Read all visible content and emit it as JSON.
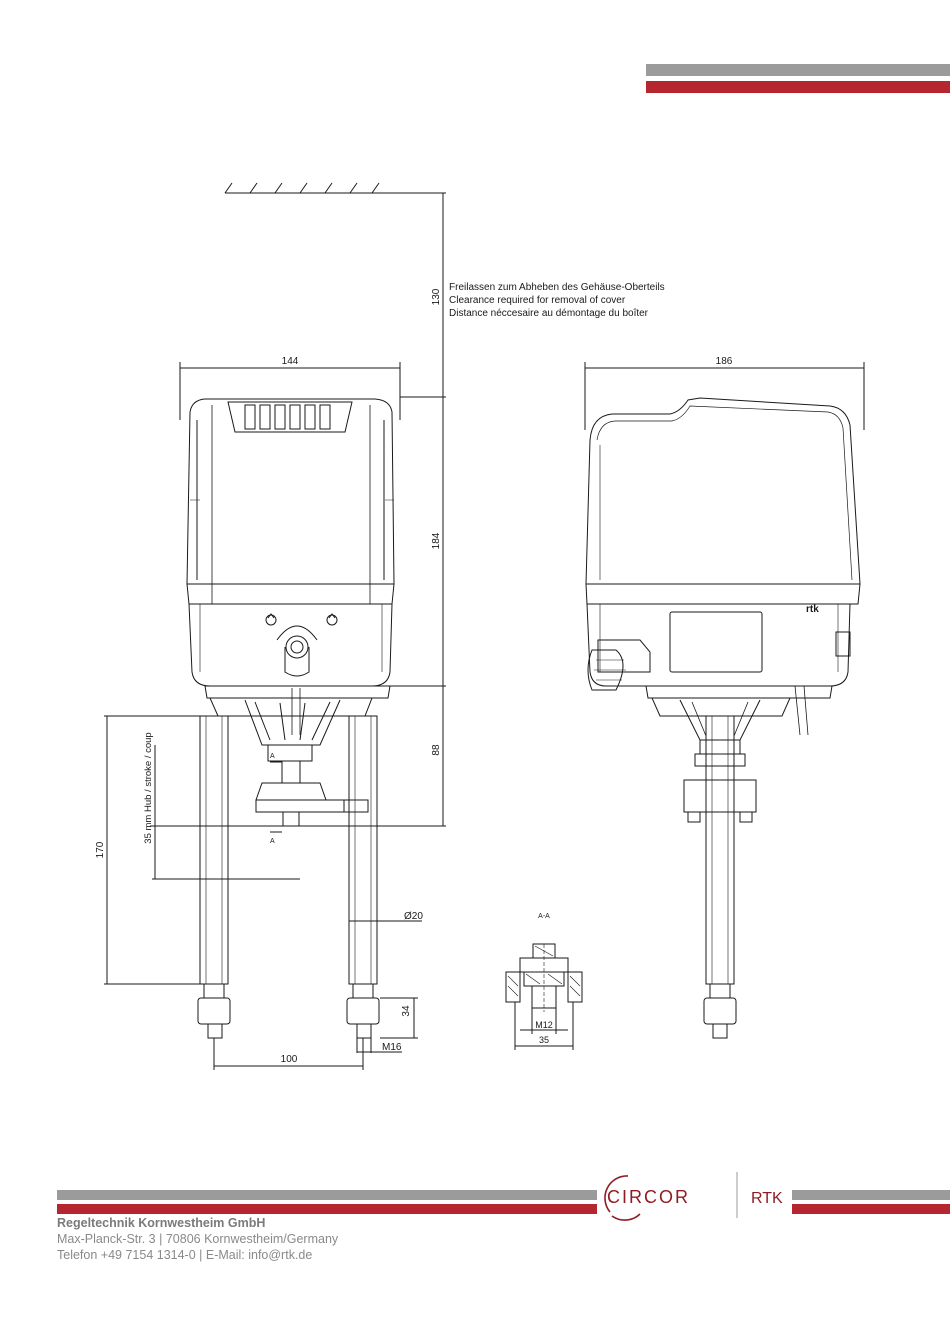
{
  "colors": {
    "grey_bar": "#9b9b9b",
    "red_bar": "#b5262f",
    "line": "#1a1a1a",
    "brand": "#8f1c25"
  },
  "clearance_note": {
    "line1": "Freilassen zum Abheben des Gehäuse-Oberteils",
    "line2": "Clearance required for removal of cover",
    "line3": "Distance néccesaire au démontage du boîter"
  },
  "dimensions": {
    "d130": "130",
    "d144": "144",
    "d184": "184",
    "d88": "88",
    "d186": "186",
    "d170": "170",
    "stroke": "35 mm Hub / stroke / coup",
    "d20": "Ø20",
    "d34": "34",
    "d100": "100",
    "m16": "M16",
    "m12": "M12",
    "d35": "35",
    "section_mark": "A",
    "section_title": "A-A"
  },
  "brand": {
    "logo_left": "CIRCOR",
    "logo_right": "RTK",
    "product_mark": "rtk"
  },
  "footer": {
    "company": "Regeltechnik Kornwestheim GmbH",
    "address": "Max-Planck-Str. 3 | 70806 Kornwestheim/Germany",
    "contact": "Telefon +49 7154 1314-0 | E-Mail: info@rtk.de"
  }
}
